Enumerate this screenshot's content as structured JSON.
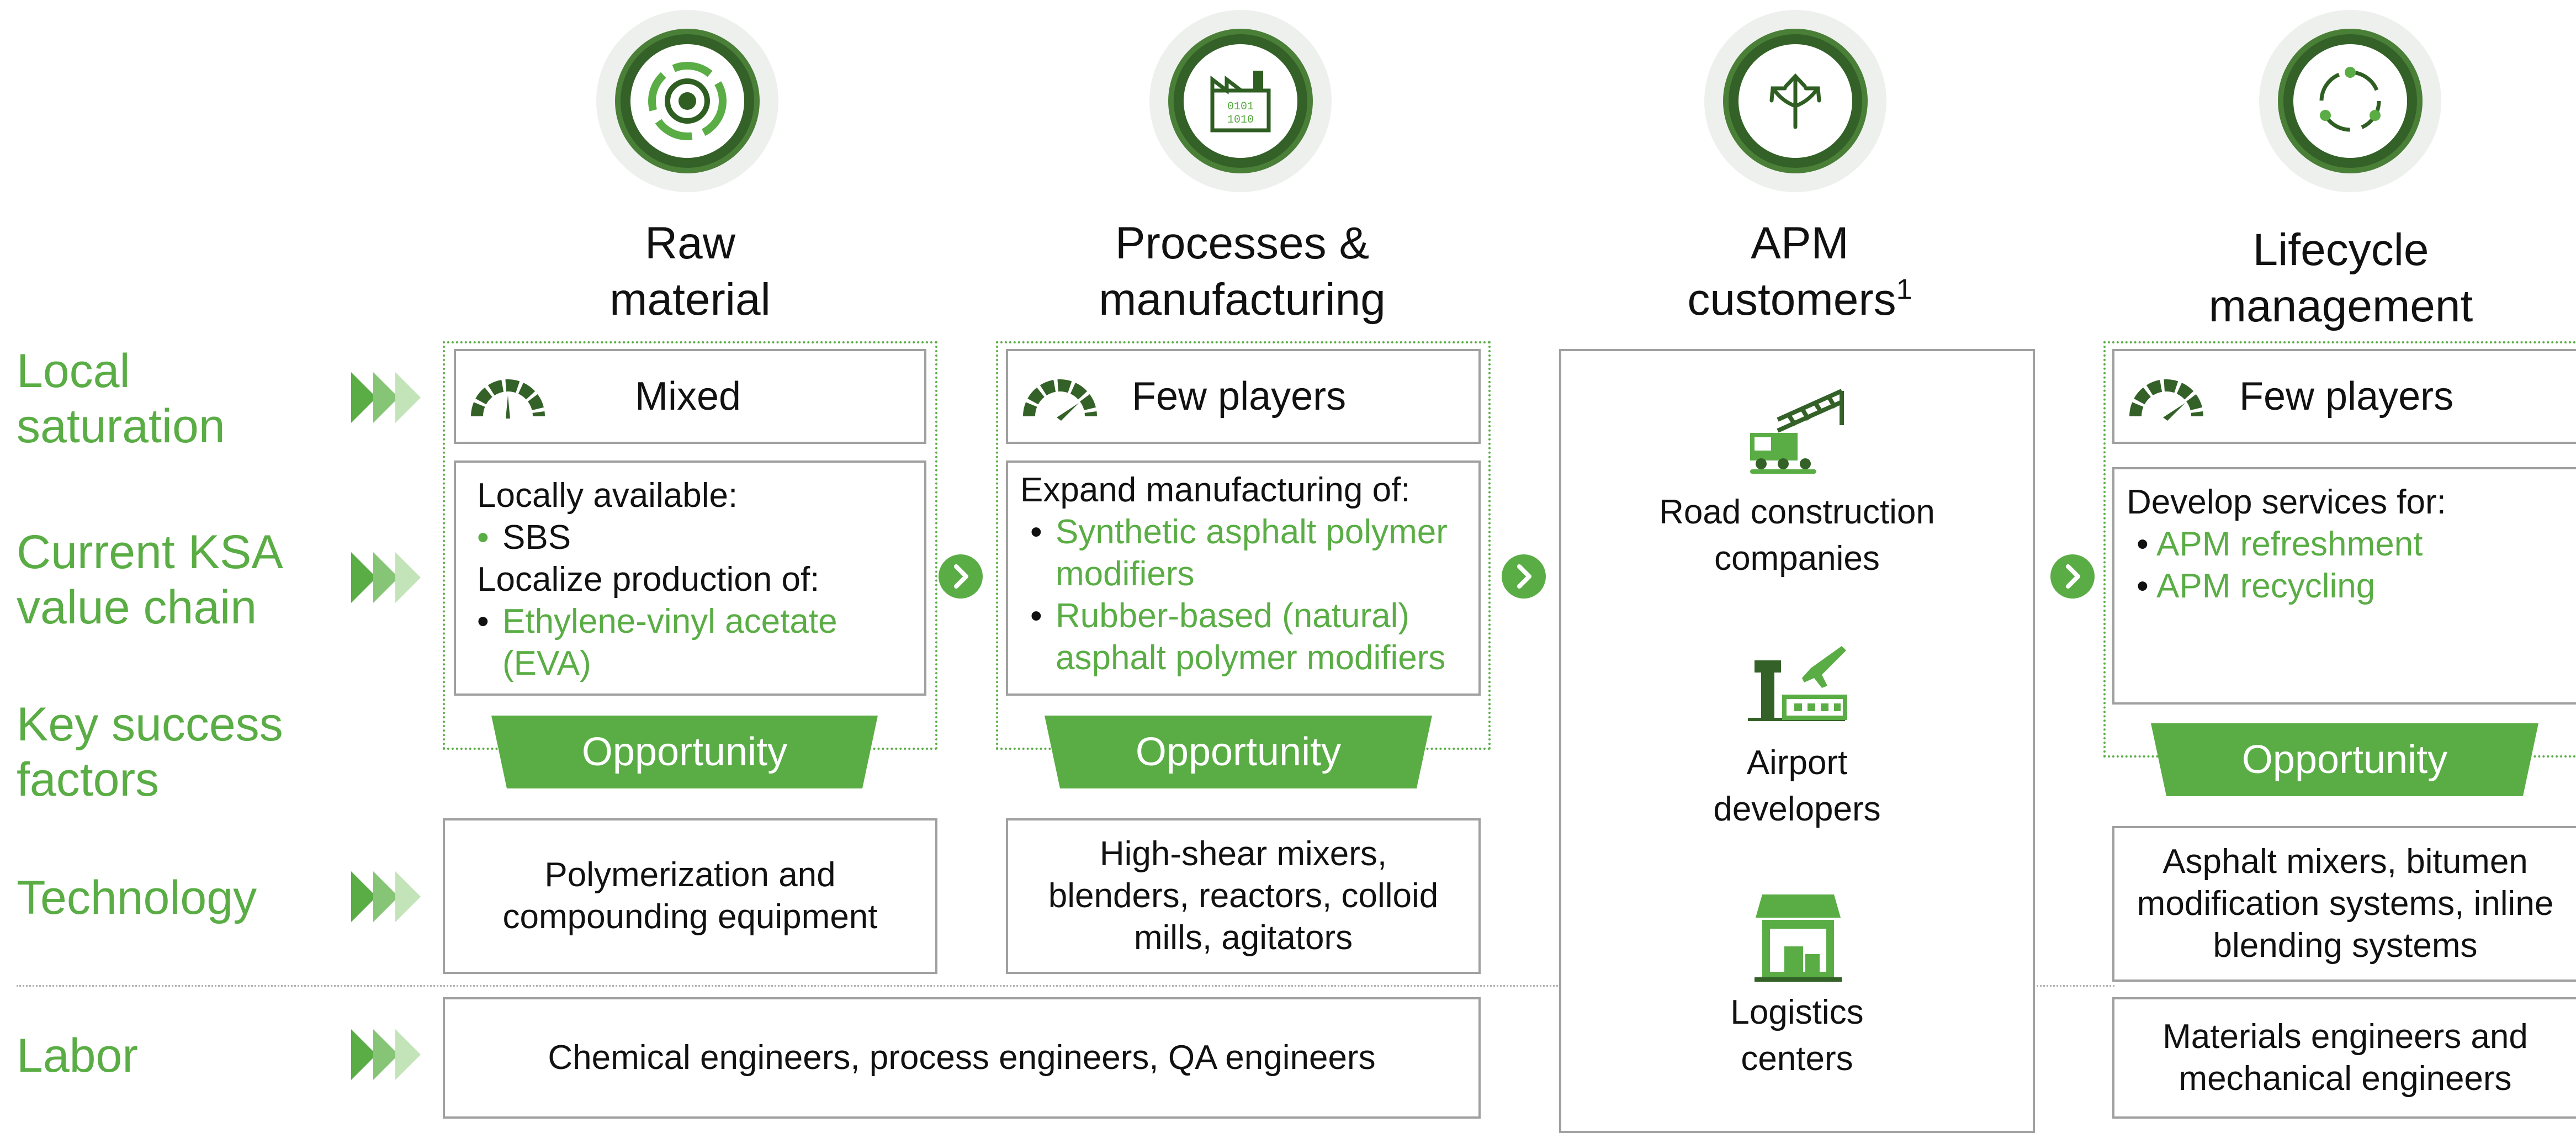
{
  "row_labels": {
    "local_saturation": "Local saturation",
    "current_ksa": "Current KSA value chain",
    "key_success": "Key success factors",
    "technology": "Technology",
    "labor": "Labor"
  },
  "columns": {
    "raw": {
      "title": "Raw material",
      "saturation": "Mixed",
      "intro": "Locally available:",
      "bullet1": "SBS",
      "intro2": "Localize production of:",
      "bullet2": "Ethylene-vinyl acetate (EVA)",
      "opportunity": "Opportunity",
      "technology": "Polymerization and compounding equipment"
    },
    "processes": {
      "title": "Processes & manufacturing",
      "saturation": "Few players",
      "intro": "Expand manufacturing of:",
      "bullet1": "Synthetic asphalt polymer modifiers",
      "bullet2": "Rubber-based (natural) asphalt polymer modifiers",
      "opportunity": "Opportunity",
      "technology": "High-shear mixers, blenders, reactors, colloid mills, agitators"
    },
    "apm": {
      "title": "APM customers",
      "title_sup": "1",
      "customers": [
        {
          "label": "Road construction companies",
          "icon": "crane-icon"
        },
        {
          "label": "Airport developers",
          "icon": "airport-icon"
        },
        {
          "label": "Logistics centers",
          "icon": "warehouse-icon"
        }
      ]
    },
    "lifecycle": {
      "title": "Lifecycle management",
      "saturation": "Few players",
      "intro": "Develop services for:",
      "bullet1": "APM refreshment",
      "bullet2": "APM recycling",
      "opportunity": "Opportunity",
      "technology": "Asphalt mixers, bitumen modification systems, inline blending systems",
      "labor": "Materials engineers and mechanical engineers"
    }
  },
  "labor_shared": "Chemical engineers, process engineers, QA engineers",
  "colors": {
    "accent": "#5aad45",
    "dark_green": "#336127",
    "border": "#a0a0a0"
  }
}
